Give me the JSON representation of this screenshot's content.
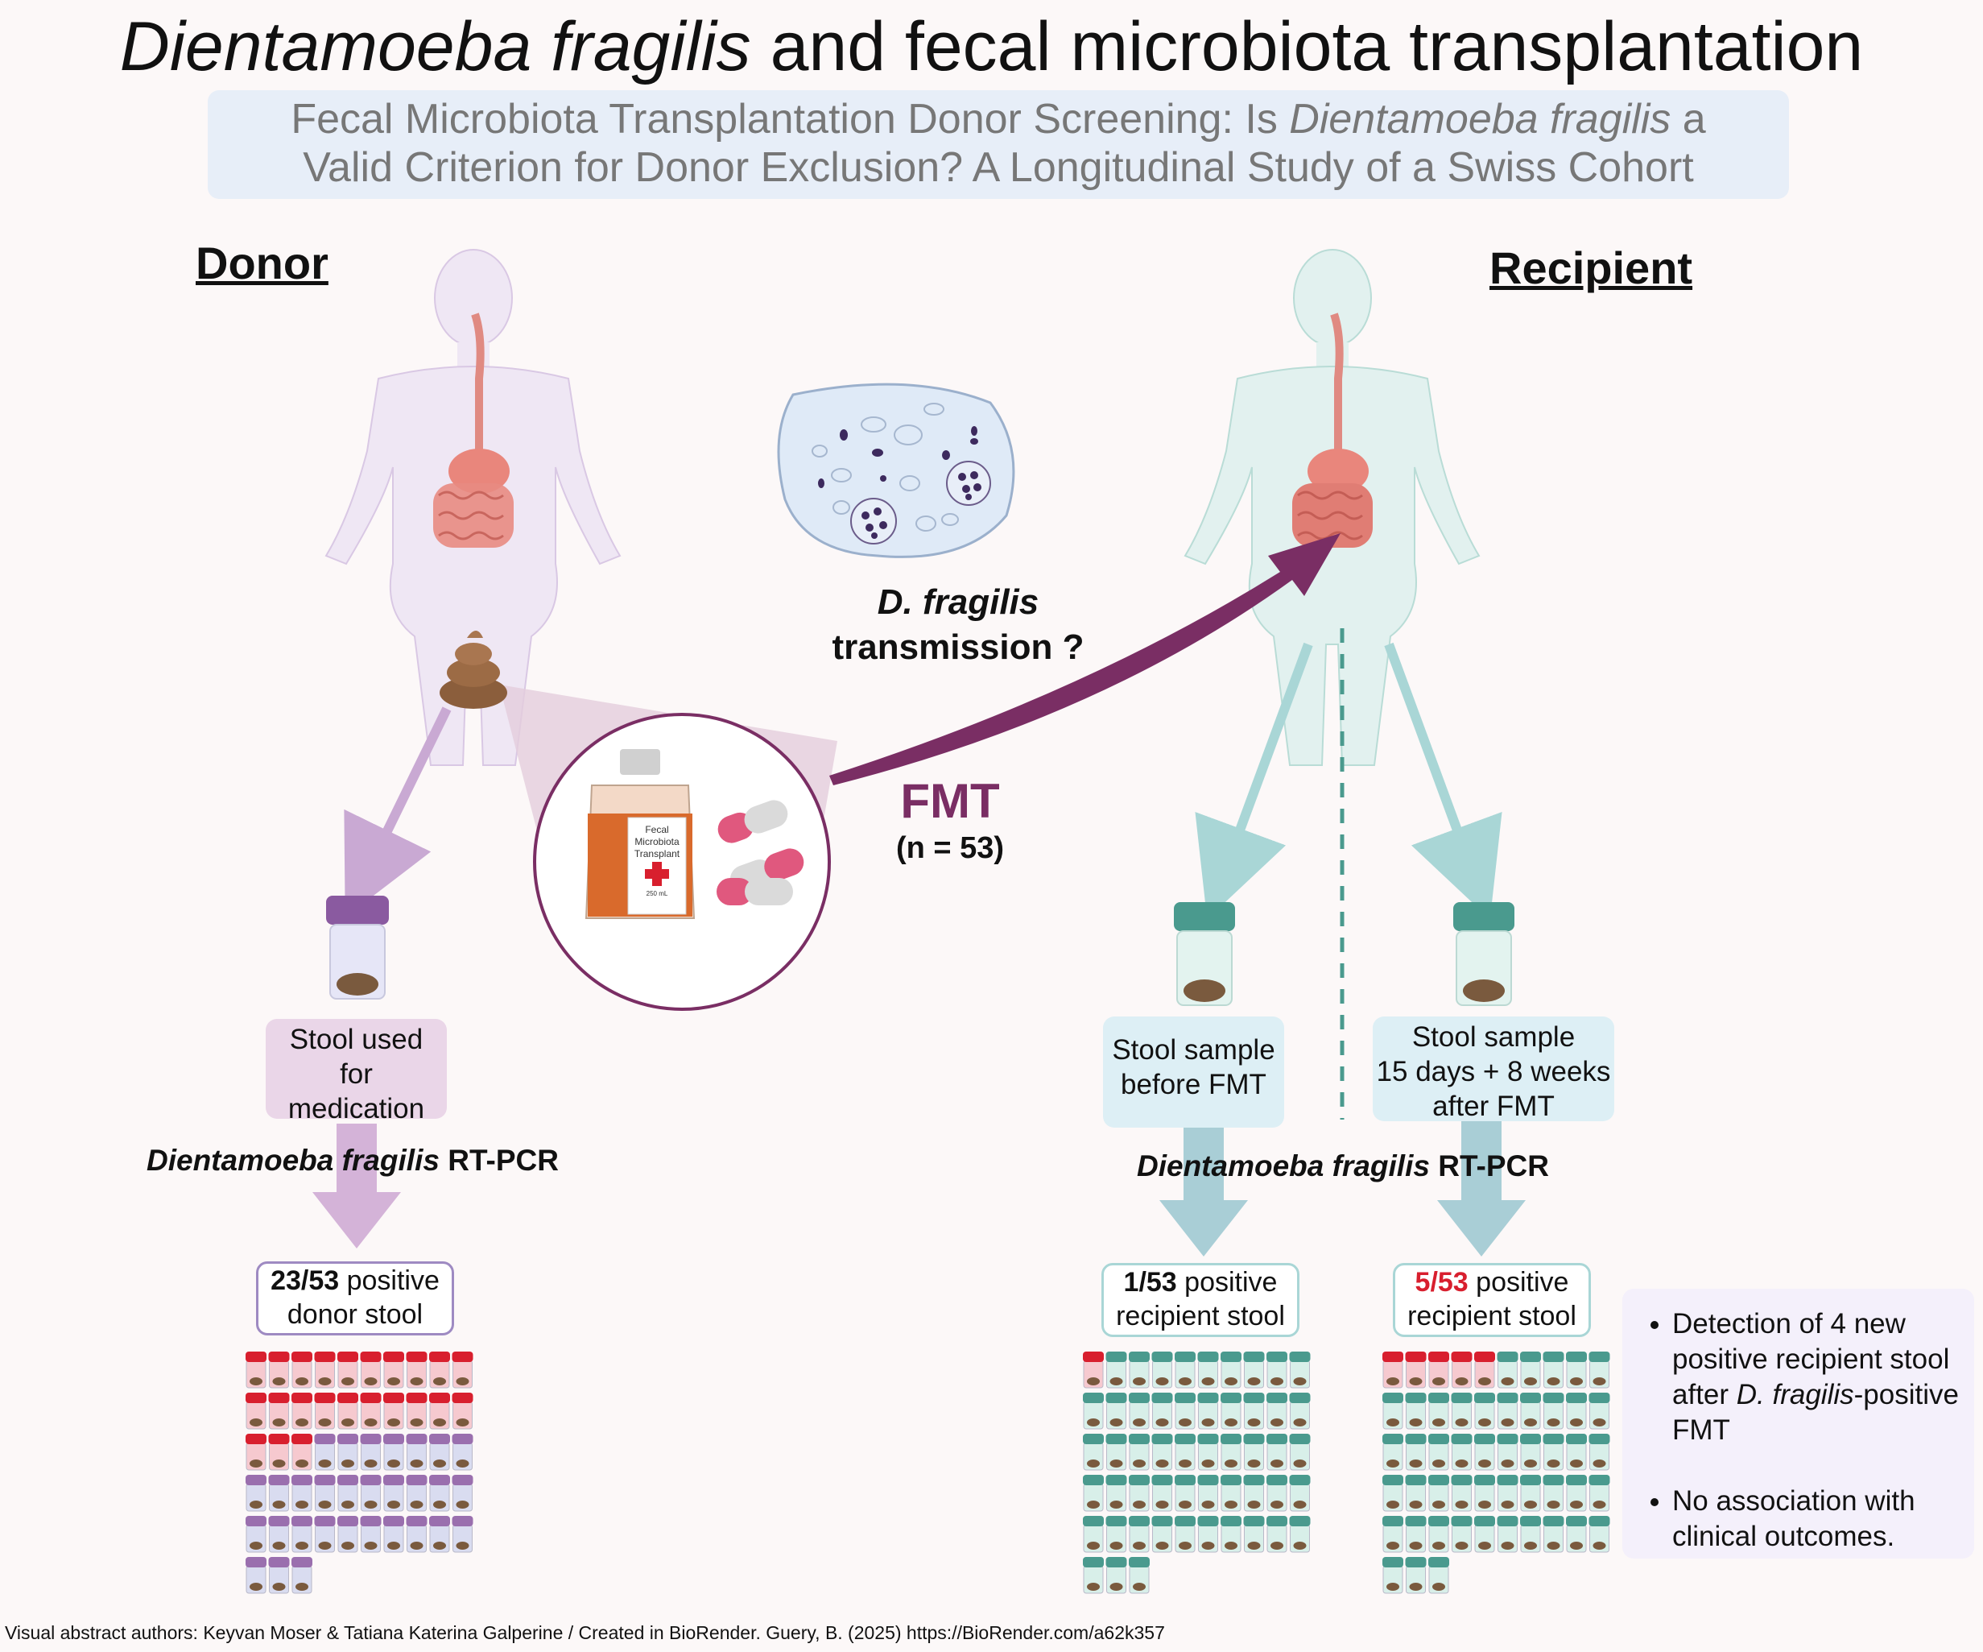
{
  "title": {
    "italic": "Dientamoeba fragilis",
    "rest": " and fecal microbiota transplantation"
  },
  "subtitle": {
    "line1_pre": "Fecal Microbiota Transplantation Donor Screening: Is ",
    "line1_italic": "Dientamoeba fragilis",
    "line1_post": " a",
    "line2": "Valid Criterion for Donor Exclusion? A Longitudinal Study of a Swiss Cohort"
  },
  "donor": {
    "heading": "Donor",
    "box_lines": [
      "Stool used",
      "for",
      "medication"
    ],
    "pcr_italic": "Dientamoeba fragilis",
    "pcr_rest": " RT-PCR",
    "result_bold": "23/53",
    "result_rest": " positive",
    "result_line2": "donor stool"
  },
  "recipient": {
    "heading": "Recipient",
    "before_box_lines": [
      "Stool sample",
      "before FMT"
    ],
    "after_box_lines": [
      "Stool sample",
      "15 days + 8  weeks",
      "after FMT"
    ],
    "pcr_italic": "Dientamoeba fragilis",
    "pcr_rest": " RT-PCR",
    "before_result_bold": "1/53",
    "before_result_rest": " positive",
    "before_result_line2": "recipient stool",
    "after_result_bold": "5/53",
    "after_result_rest": " positive",
    "after_result_line2": "recipient stool"
  },
  "transmission": {
    "italic": "D. fragilis",
    "line2": "transmission ?"
  },
  "fmt": {
    "label": "FMT",
    "n": "(n = 53)"
  },
  "bottle_label": [
    "Fecal",
    "Microbiota",
    "Transplant"
  ],
  "bottle_volume": "250 mL",
  "bullets": {
    "b1_pre": "Detection of 4 new positive recipient stool after ",
    "b1_italic": "D. fragilis",
    "b1_post": "-positive FMT",
    "b2": "No association with clinical outcomes."
  },
  "footer": "Visual abstract authors: Keyvan Moser & Tatiana Katerina Galperine / Created in BioRender. Guery, B. (2025) https://BioRender.com/a62k357",
  "grids": {
    "total": 53,
    "donor_positive": 23,
    "before_positive": 1,
    "after_positive": 5
  },
  "colors": {
    "positive_cap": "#d81f2e",
    "donor_negative_cap": "#9a6fae",
    "recipient_negative_cap": "#4a9a8e",
    "fmt_purple": "#7a2e64",
    "donor_box": "#ead6e8",
    "recipient_box": "#ddeff5",
    "red_text": "#d81f2e"
  }
}
